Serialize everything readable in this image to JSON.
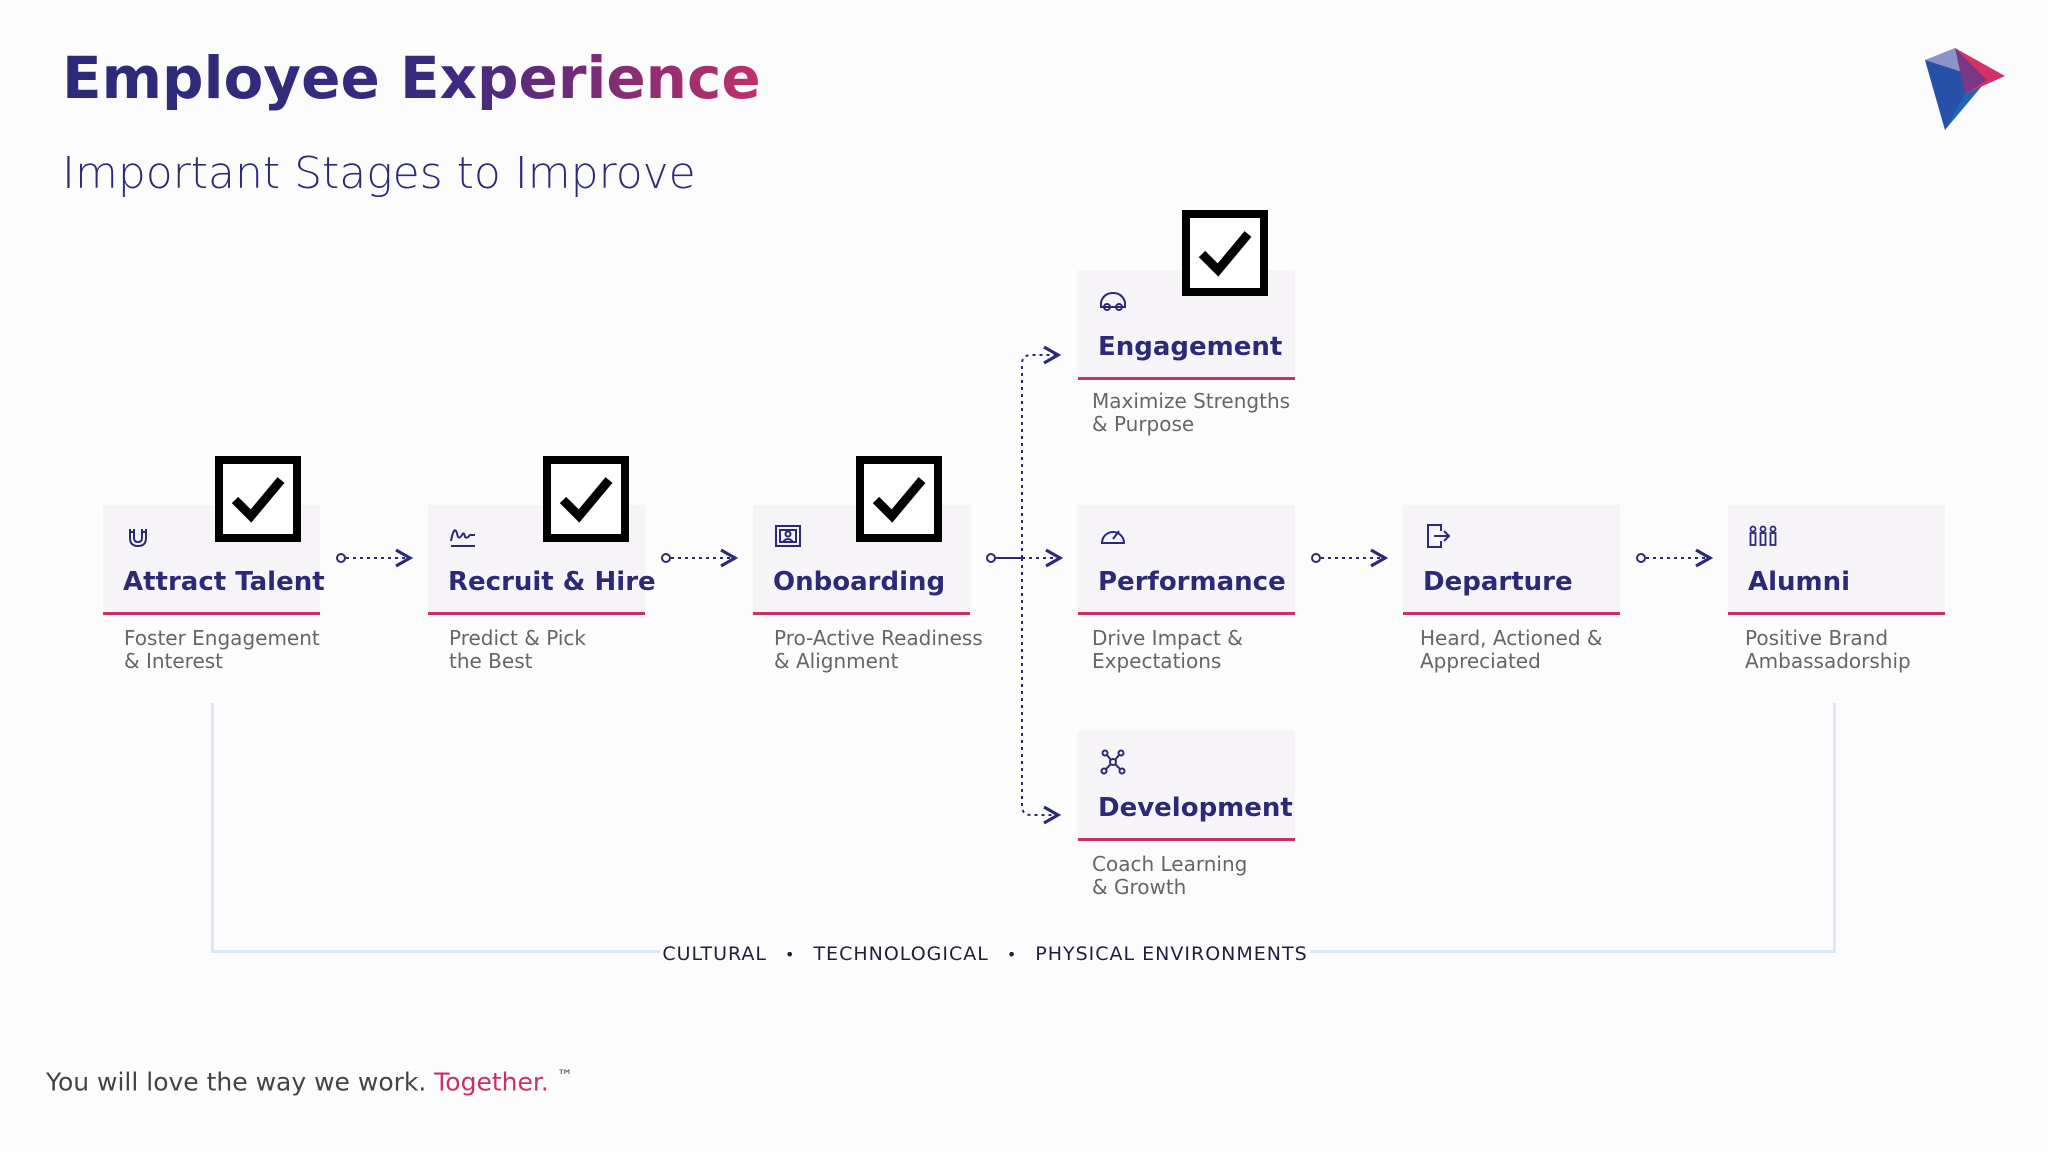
{
  "header": {
    "title": "Employee Experience",
    "subtitle": "Important Stages to Improve",
    "logo_icon": "brand-play-logo"
  },
  "colors": {
    "primary": "#2c2a78",
    "accent": "#c8306a",
    "muted_text": "#666666",
    "bracket": "#dce9f4"
  },
  "stages": [
    {
      "name": "Attract Talent",
      "icon": "magnet-icon",
      "desc1": "Foster Engagement",
      "desc2": "& Interest",
      "checked": true
    },
    {
      "name": "Recruit & Hire",
      "icon": "signature-icon",
      "desc1": "Predict & Pick",
      "desc2": "the Best",
      "checked": true
    },
    {
      "name": "Onboarding",
      "icon": "id-card-icon",
      "desc1": "Pro-Active Readiness",
      "desc2": "& Alignment",
      "checked": true
    },
    {
      "name": "Engagement",
      "icon": "car-icon",
      "desc1": "Maximize Strengths",
      "desc2": "& Purpose",
      "checked": true
    },
    {
      "name": "Performance",
      "icon": "speedometer-icon",
      "desc1": "Drive Impact &",
      "desc2": "Expectations",
      "checked": false
    },
    {
      "name": "Development",
      "icon": "network-icon",
      "desc1": "Coach Learning",
      "desc2": "& Growth",
      "checked": false
    },
    {
      "name": "Departure",
      "icon": "exit-door-icon",
      "desc1": "Heard, Actioned &",
      "desc2": "Appreciated",
      "checked": false
    },
    {
      "name": "Alumni",
      "icon": "people-group-icon",
      "desc1": "Positive Brand",
      "desc2": "Ambassadorship",
      "checked": false
    }
  ],
  "environments": {
    "cultural": "CULTURAL",
    "technological": "TECHNOLOGICAL",
    "physical": "PHYSICAL ENVIRONMENTS",
    "separator": "•"
  },
  "footer": {
    "tagline": "You will love the way we work. ",
    "accent": "Together.",
    "mark": "™"
  }
}
